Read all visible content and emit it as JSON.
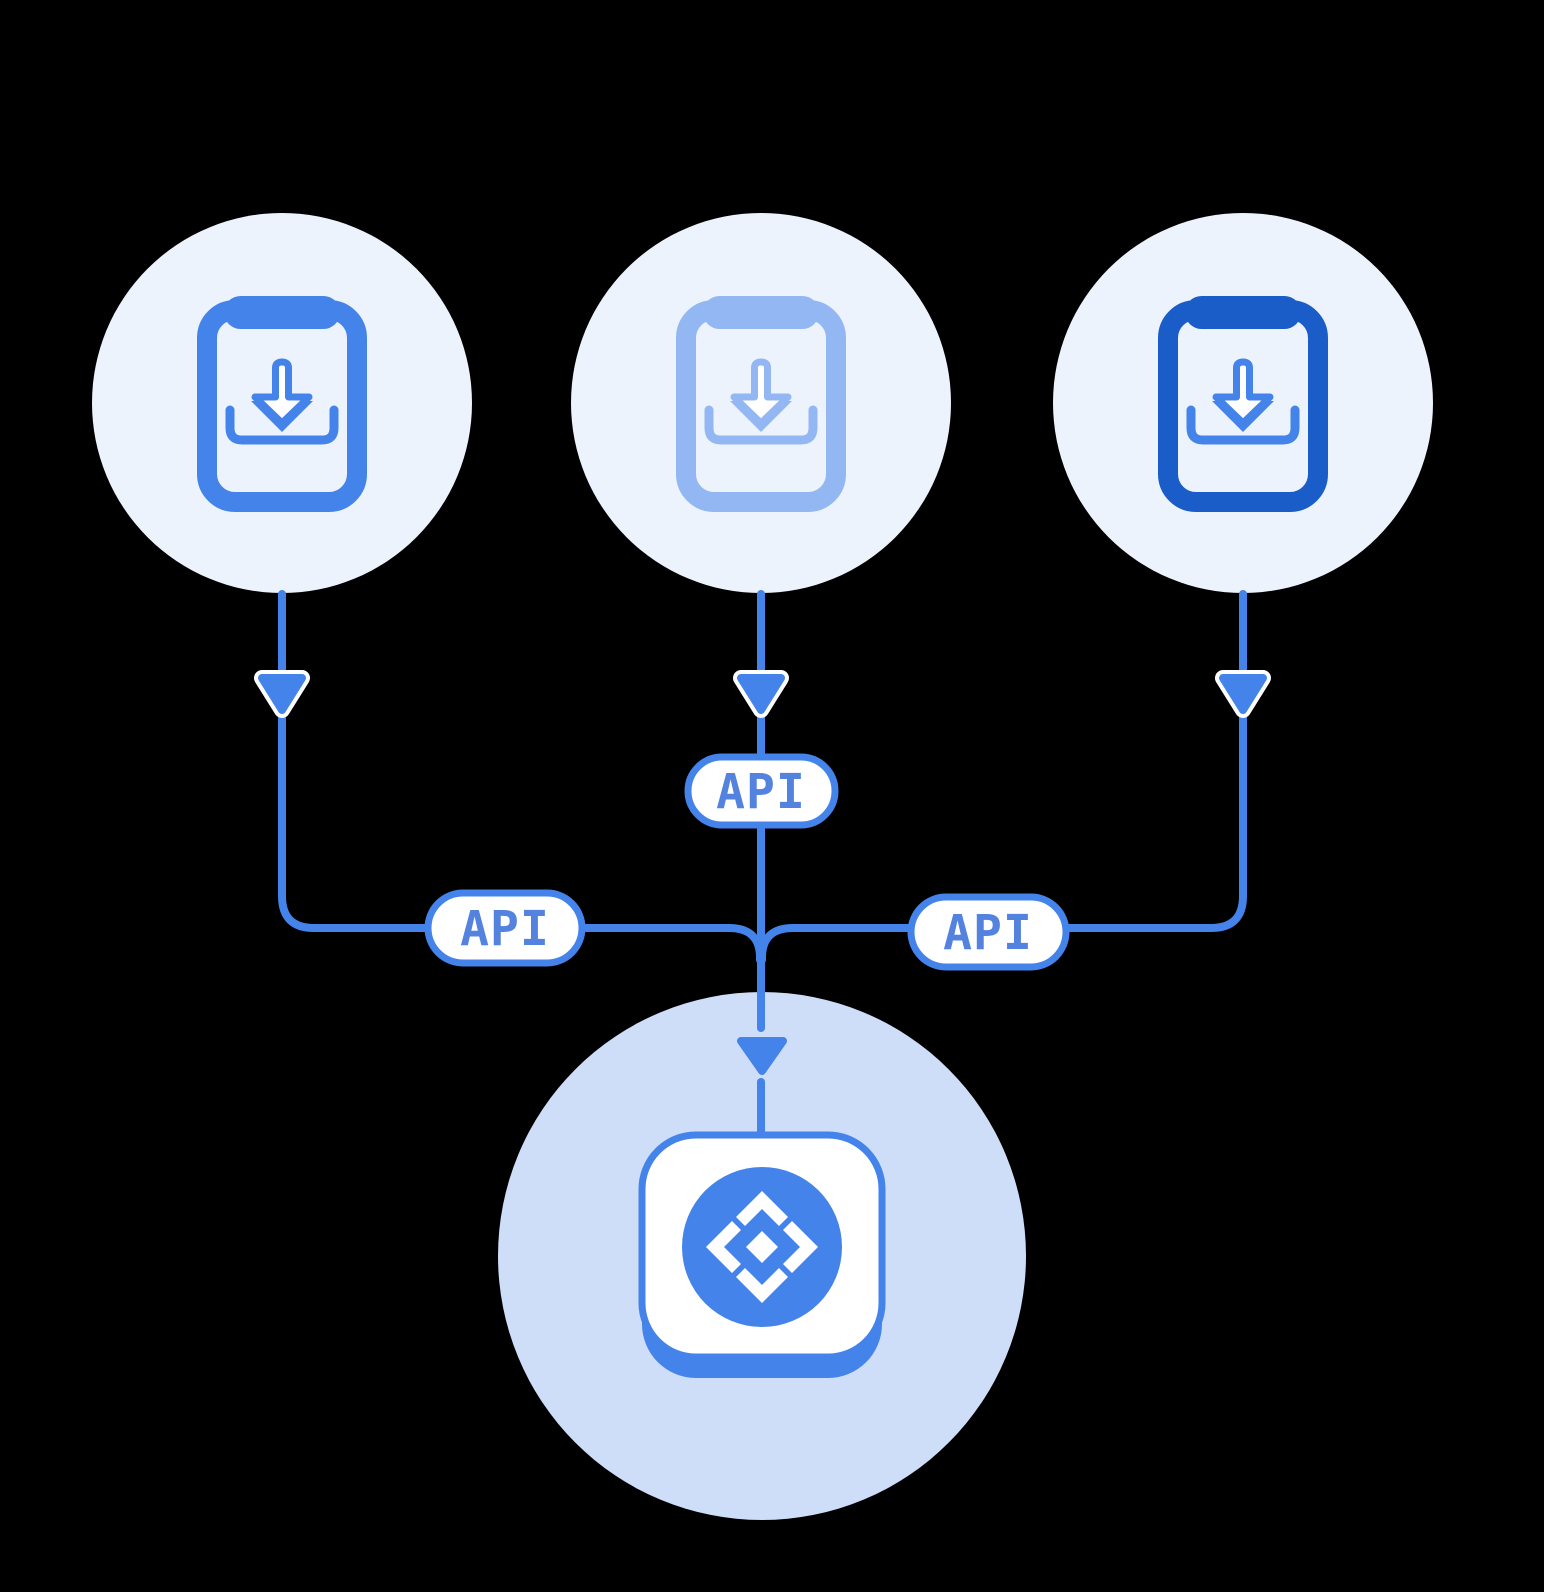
{
  "diagram": {
    "title": "multiple-sources-via-api-into-hub",
    "sources": [
      {
        "id": "source-1",
        "icon": "clipboard-download-icon",
        "variant": "medium-blue"
      },
      {
        "id": "source-2",
        "icon": "clipboard-download-icon",
        "variant": "light-blue"
      },
      {
        "id": "source-3",
        "icon": "clipboard-download-icon",
        "variant": "dark-blue"
      }
    ],
    "connectors": [
      {
        "from": "source-1",
        "label": "API"
      },
      {
        "from": "source-2",
        "label": "API"
      },
      {
        "from": "source-3",
        "label": "API"
      }
    ],
    "target": {
      "id": "hub",
      "icon": "diamond-chevron-logo-icon"
    }
  },
  "colors": {
    "primary": "#4483E9",
    "light": "#93B7F2",
    "dark": "#1A5DC8",
    "circle-bg": "#EDF3FC",
    "hub-bg": "#CEDDF8",
    "api-text": "#5383DE",
    "bg": "#000000"
  }
}
